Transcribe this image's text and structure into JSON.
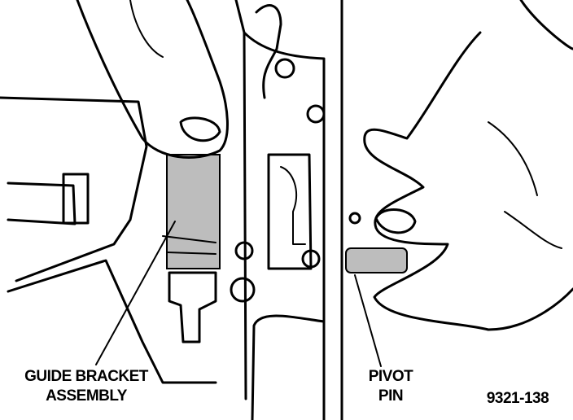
{
  "figure": {
    "callouts": {
      "guide_bracket_line1": "GUIDE BRACKET",
      "guide_bracket_line2": "ASSEMBLY",
      "pivot_pin_line1": "PIVOT",
      "pivot_pin_line2": "PIN"
    },
    "figure_number": "9321-138"
  }
}
